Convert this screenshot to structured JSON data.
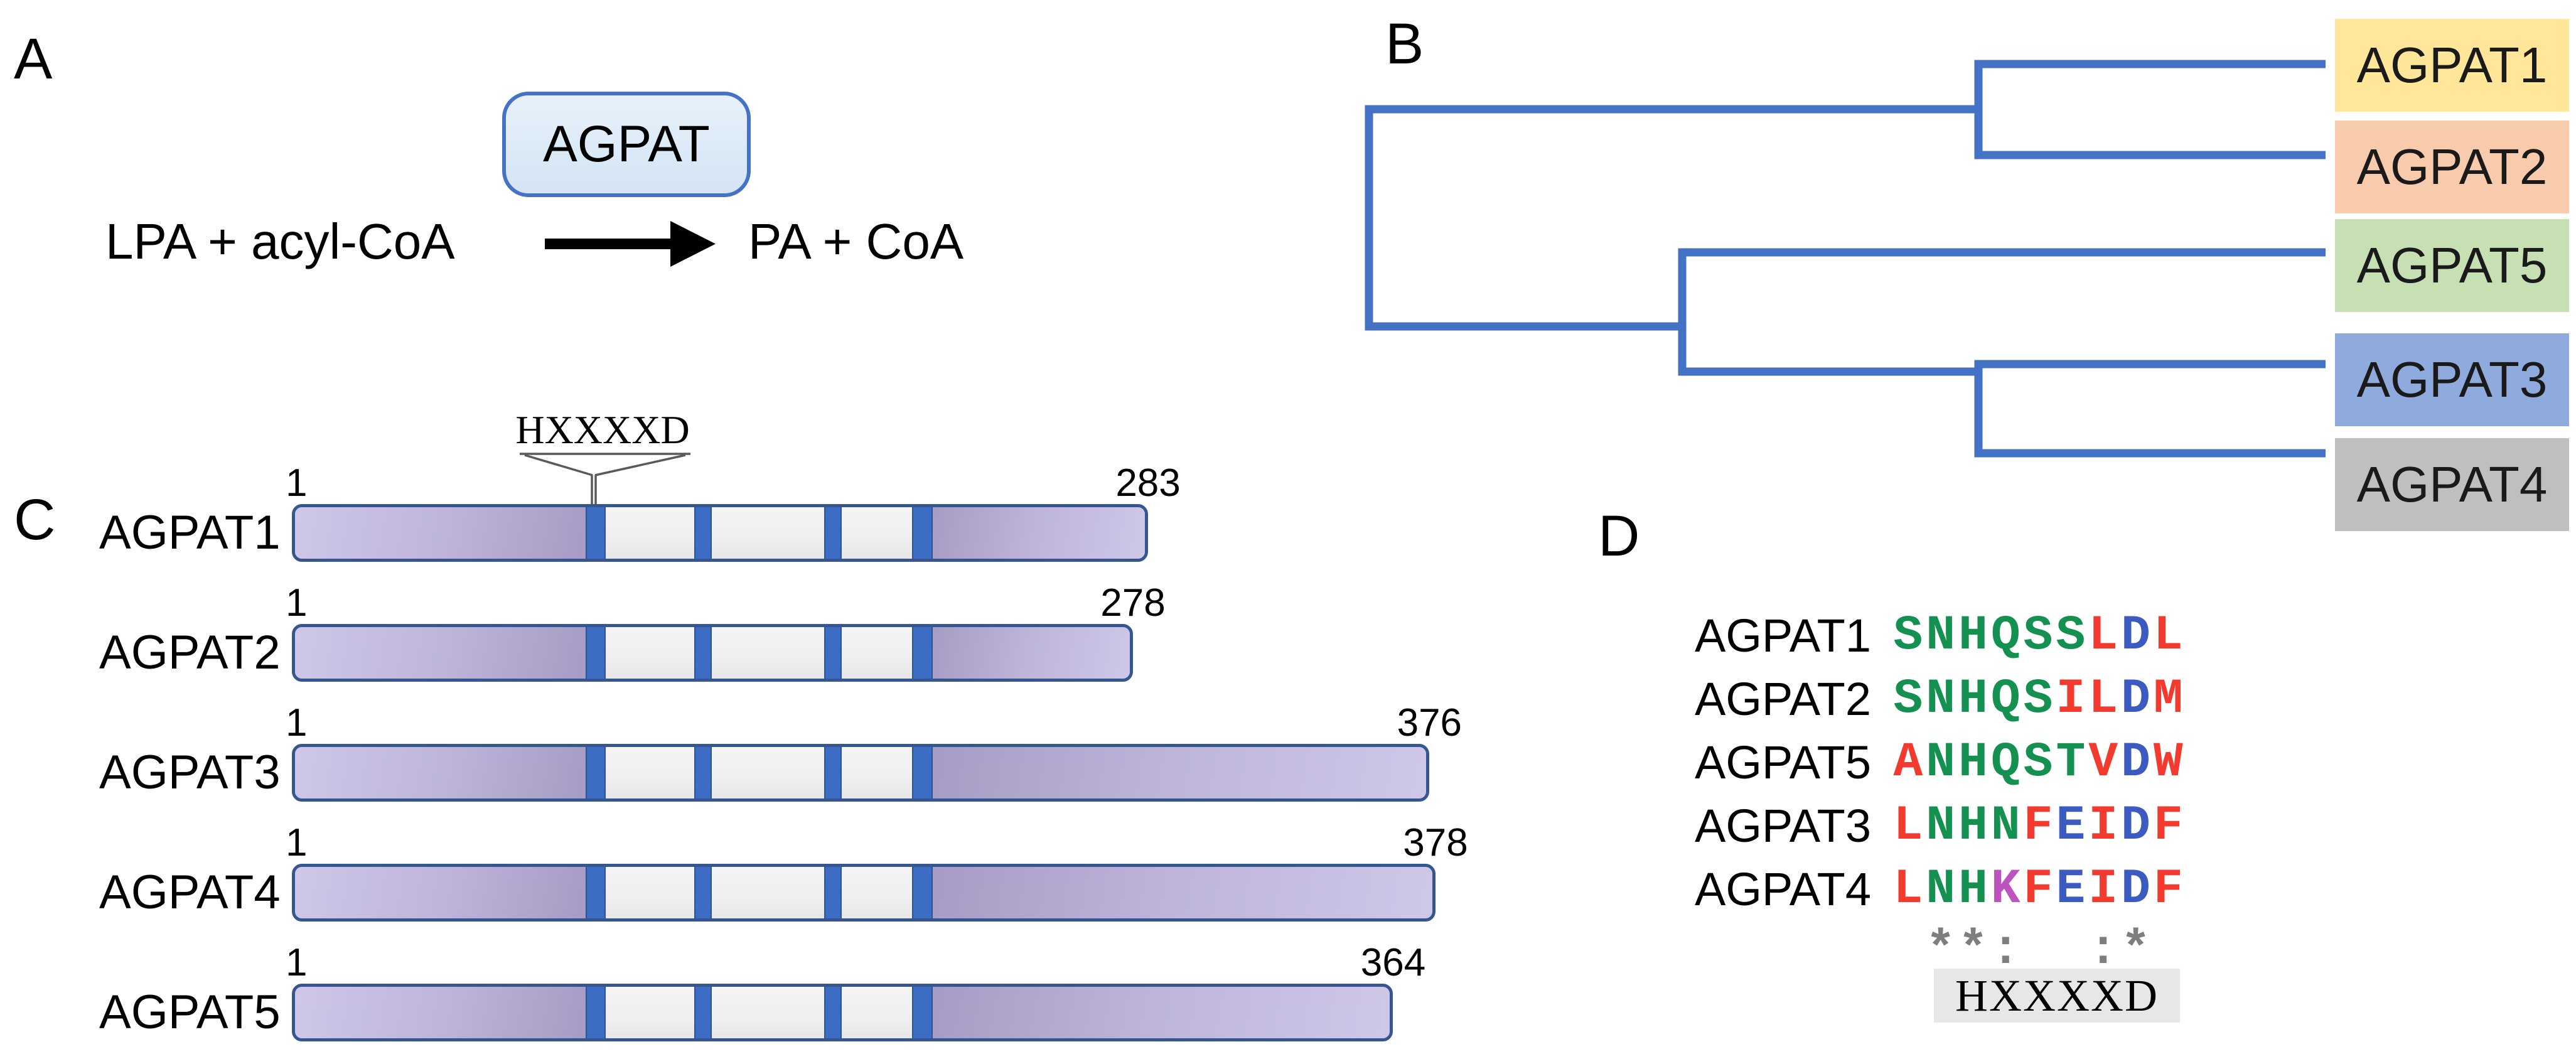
{
  "figure": {
    "panel_a_label": "A",
    "panel_b_label": "B",
    "panel_c_label": "C",
    "panel_d_label": "D"
  },
  "panelA": {
    "enzyme": "AGPAT",
    "substrates": "LPA + acyl-CoA",
    "products": "PA + CoA"
  },
  "panelB": {
    "taxa": [
      {
        "name": "AGPAT1",
        "color": "#FFE699"
      },
      {
        "name": "AGPAT2",
        "color": "#F8CBAD"
      },
      {
        "name": "AGPAT5",
        "color": "#C6E0B4"
      },
      {
        "name": "AGPAT3",
        "color": "#8FAADC"
      },
      {
        "name": "AGPAT4",
        "color": "#BFBFBF"
      }
    ]
  },
  "panelC": {
    "start_label": "1",
    "motif_label": "HXXXXD",
    "proteins": [
      {
        "name": "AGPAT1",
        "length": 283
      },
      {
        "name": "AGPAT2",
        "length": 278
      },
      {
        "name": "AGPAT3",
        "length": 376
      },
      {
        "name": "AGPAT4",
        "length": 378
      },
      {
        "name": "AGPAT5",
        "length": 364
      }
    ],
    "domain_layout": {
      "motif_stripe": [
        97,
        103
      ],
      "inner_stripes": [
        [
          133,
          138
        ],
        [
          176,
          181
        ]
      ],
      "end_stripe": [
        205,
        211
      ]
    }
  },
  "panelD": {
    "motif_label": "HXXXXD",
    "conservation": " **:  :* ",
    "rows": [
      {
        "name": "AGPAT1",
        "sequence": "SNHQSSLDL"
      },
      {
        "name": "AGPAT2",
        "sequence": "SNHQSILDM"
      },
      {
        "name": "AGPAT5",
        "sequence": "ANHQSTVDW"
      },
      {
        "name": "AGPAT3",
        "sequence": "LNHNFEIDF"
      },
      {
        "name": "AGPAT4",
        "sequence": "LNHKFEIDF"
      }
    ],
    "residue_colors": {
      "green": "SNHQTG",
      "red": "AVLIMFWPC",
      "blue": "DE",
      "magenta": "KR"
    }
  },
  "colors": {
    "tree_blue": "#4472C4",
    "bar_border": "#35568F",
    "stripe_blue": "#3D6CC4",
    "stripe_edge": "#2F5496",
    "purple_light": "#CFC8E8",
    "purple_dark": "#A59BC4",
    "domain_gray": "#EFEFEF",
    "enzyme_box_fill": "#DEEAF6",
    "enzyme_box_border": "#4472C4",
    "seq_green": "#149150",
    "seq_red": "#F23B2E",
    "seq_blue": "#3C5BC0",
    "seq_magenta": "#BC53BE",
    "conservation_gray": "#7E7E7E",
    "motif_box_bg": "#E7E7E7",
    "callout_line": "#5a5a5a"
  }
}
